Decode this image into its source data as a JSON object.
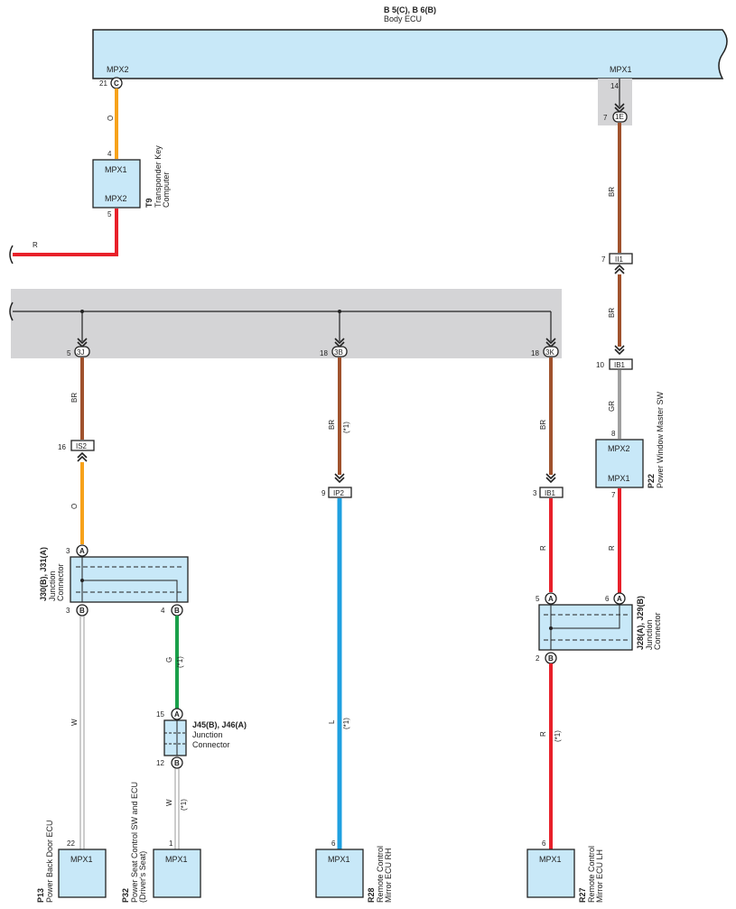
{
  "ecu": {
    "code": "B 5(C), B 6(B)",
    "name": "Body ECU",
    "pin_left": "MPX2",
    "pin_right": "MPX1"
  },
  "colors": {
    "ecu_fill": "#c8e8f8",
    "shade": "#d4d4d6",
    "wire_orange": "#f7a21b",
    "wire_red": "#e8202a",
    "wire_brown": "#a0522d",
    "wire_gray": "#a0a0a0",
    "wire_green": "#1aa04a",
    "wire_blue": "#1ea0e0",
    "wire_white": "#ffffff"
  },
  "bodyecu_c": {
    "pin": "21",
    "conn": "C",
    "wire": "O"
  },
  "transponder": {
    "pin_top": "4",
    "pin_bottom": "5",
    "label_top": "MPX1",
    "label_bottom": "MPX2",
    "code": "T9",
    "name1": "Transponder Key",
    "name2": "Computer",
    "wire_out": "R"
  },
  "ecu_e": {
    "pin_top": "14",
    "pin_conn": "7",
    "conn": "1E",
    "wire": "BR"
  },
  "ii1": {
    "pin": "7",
    "label": "II1",
    "wire": "BR"
  },
  "ib1_top": {
    "pin": "10",
    "label": "IB1",
    "wire": "GR"
  },
  "p22": {
    "pin_top": "8",
    "pin_bottom": "7",
    "label_top": "MPX2",
    "label_bottom": "MPX1",
    "code": "P22",
    "name": "Power Window Master SW",
    "wire_out": "R"
  },
  "conn3j": {
    "pin": "5",
    "conn": "3J",
    "wire": "BR"
  },
  "conn3b": {
    "pin": "18",
    "conn": "3B",
    "wire": "BR",
    "note": "(*1)"
  },
  "conn3k": {
    "pin": "18",
    "conn": "3K",
    "wire": "BR"
  },
  "is2": {
    "pin": "16",
    "label": "IS2",
    "wire": "O"
  },
  "ip2": {
    "pin": "9",
    "label": "IP2",
    "wire": "L",
    "note": "(*1)"
  },
  "ib1_mid": {
    "pin": "3",
    "label": "IB1",
    "wire": "R"
  },
  "j30": {
    "code": "J30(B), J31(A)",
    "name1": "Junction",
    "name2": "Connector",
    "pin_a": "3",
    "pin_b1": "3",
    "pin_b2": "4",
    "conn_a": "A",
    "conn_b": "B",
    "wire_left": "W",
    "wire_right": "G",
    "note": "(*1)"
  },
  "j45": {
    "code": "J45(B), J46(A)",
    "name1": "Junction",
    "name2": "Connector",
    "pin_a": "15",
    "pin_b": "12",
    "conn_a": "A",
    "conn_b": "B",
    "wire": "W",
    "note": "(*1)"
  },
  "j28": {
    "code": "J28(A), J29(B)",
    "name1": "Junction",
    "name2": "Connector",
    "pin_a1": "5",
    "pin_a2": "6",
    "pin_b": "2",
    "conn_a": "A",
    "conn_b": "B",
    "wire": "R",
    "note": "(*1)"
  },
  "p13": {
    "pin": "22",
    "label": "MPX1",
    "code": "P13",
    "name": "Power Back Door ECU"
  },
  "p32": {
    "pin": "1",
    "label": "MPX1",
    "code": "P32",
    "name1": "Power Seat Control SW and ECU",
    "name2": "(Driver's Seat)"
  },
  "r28": {
    "pin": "6",
    "label": "MPX1",
    "code": "R28",
    "name1": "Remote Control",
    "name2": "Mirror ECU RH"
  },
  "r27": {
    "pin": "6",
    "label": "MPX1",
    "code": "R27",
    "name1": "Remote Control",
    "name2": "Mirror ECU LH"
  }
}
